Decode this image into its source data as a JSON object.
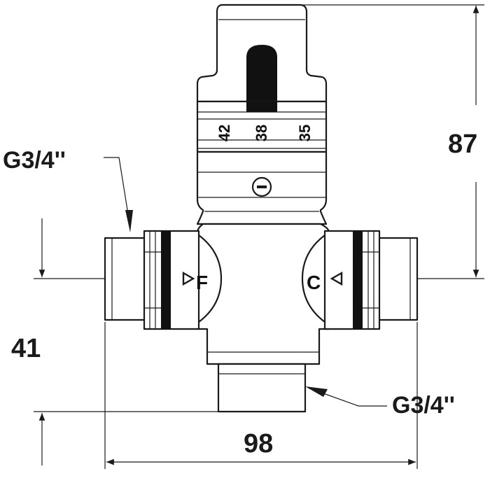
{
  "diagram": {
    "dimensions": {
      "height_total": "87",
      "height_side": "41",
      "width_total": "98"
    },
    "threads": {
      "inlet_label": "G3/4''",
      "outlet_label": "G3/4''"
    },
    "temperature_scale": [
      "42",
      "38",
      "35"
    ],
    "port_markers": {
      "cold": "F",
      "hot": "C"
    },
    "colors": {
      "line": "#1a1a1a",
      "fill": "#ffffff",
      "band": "#111111"
    }
  }
}
